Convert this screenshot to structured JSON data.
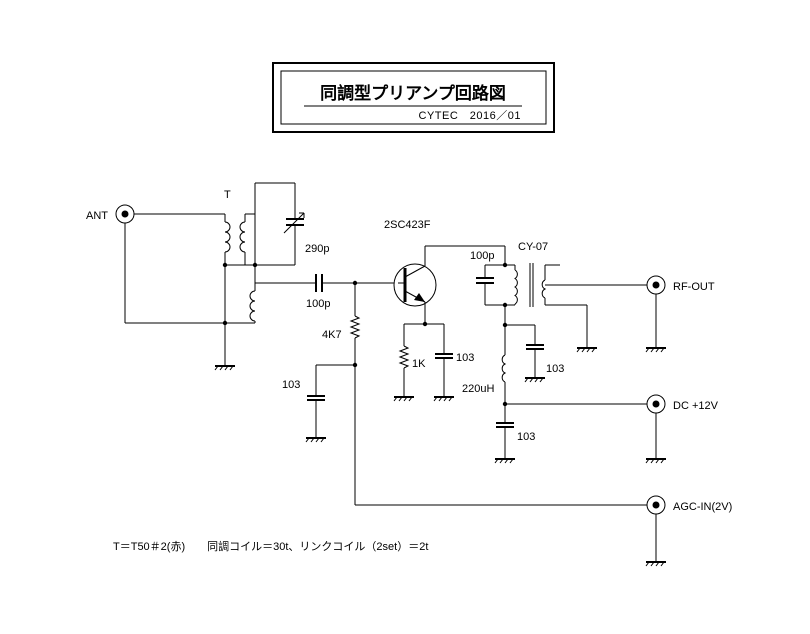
{
  "title": {
    "main": "同調型プリアンプ回路図",
    "credit": "CYTEC　2016／01"
  },
  "labels": {
    "ant": "ANT",
    "t": "T",
    "c290p": "290p",
    "c100p_in": "100p",
    "r4k7": "4K7",
    "c103_agc": "103",
    "transistor": "2SC423F",
    "r1k": "1K",
    "c103_emitter": "103",
    "c100p_tank": "100p",
    "cy07": "CY-07",
    "rf_out": "RF-OUT",
    "c103_transformer": "103",
    "l220uh": "220uH",
    "dc12v": "DC +12V",
    "c103_dc": "103",
    "agc_in": "AGC-IN(2V)"
  },
  "note": "T＝T50＃2(赤)　　同調コイル＝30t、リンクコイル（2set）＝2t"
}
